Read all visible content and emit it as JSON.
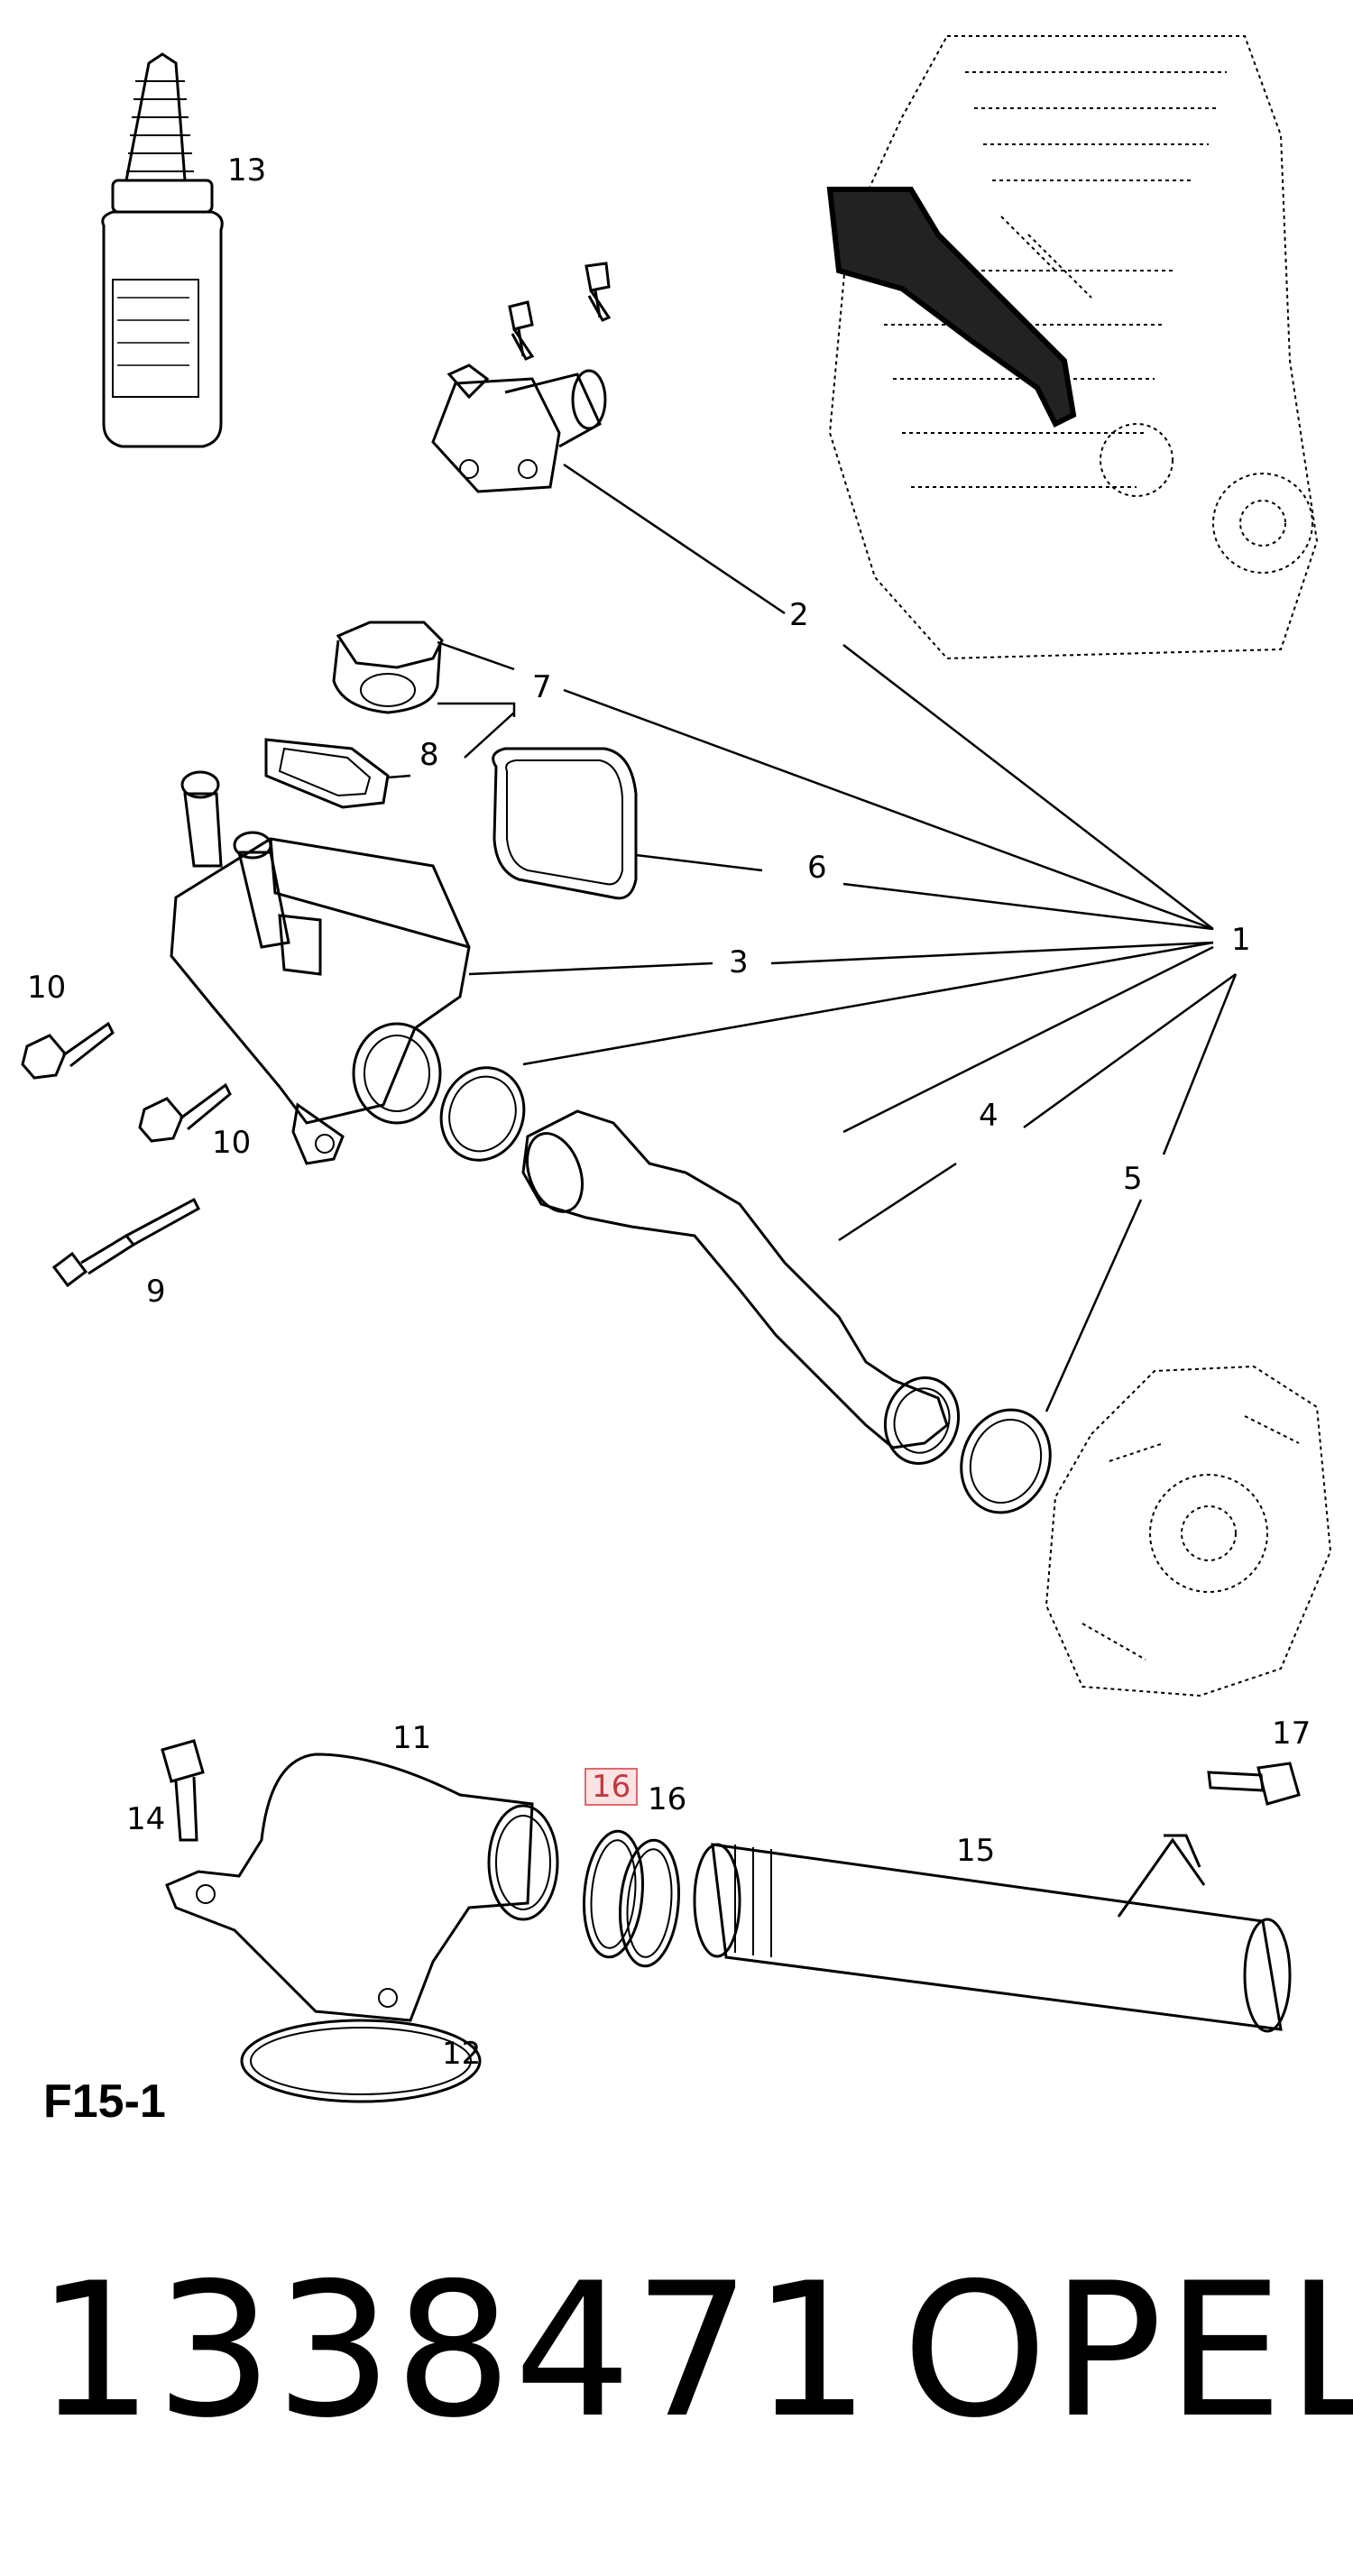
{
  "figure_code": "F15-1",
  "part_number": "1338471",
  "brand": "OPEL",
  "highlighted_callout": "16",
  "callouts": {
    "c1": "1",
    "c2": "2",
    "c3": "3",
    "c4": "4",
    "c5": "5",
    "c6": "6",
    "c7": "7",
    "c8": "8",
    "c9": "9",
    "c10a": "10",
    "c10b": "10",
    "c11": "11",
    "c12": "12",
    "c13": "13",
    "c14": "14",
    "c15": "15",
    "c16a": "16",
    "c16b": "16",
    "c17": "17"
  },
  "colors": {
    "line": "#000000",
    "highlight_border": "#e0686e",
    "highlight_fill": "#fbe3e4"
  }
}
